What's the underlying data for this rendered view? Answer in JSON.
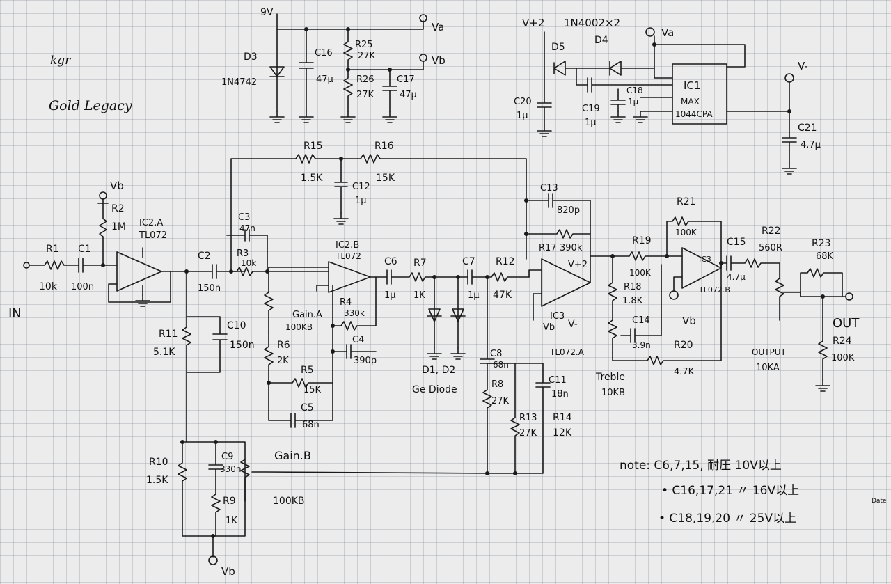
{
  "sheet": {
    "corner_label": "kgr",
    "title": "Gold Legacy",
    "side_stamp": "Date"
  },
  "ports": {
    "in": "IN",
    "out": "OUT"
  },
  "rails": {
    "va": "Va",
    "vb": "Vb",
    "v_minus": "V-",
    "v_plus2": "V+2",
    "nine_v": "9V"
  },
  "components": {
    "R1": {
      "name": "R1",
      "value": "10k"
    },
    "C1": {
      "name": "C1",
      "value": "100n"
    },
    "R2": {
      "name": "R2",
      "value": "1M"
    },
    "IC2A": {
      "name": "IC2.A",
      "part": "TL072"
    },
    "C2": {
      "name": "C2",
      "value": "150n"
    },
    "C3": {
      "name": "C3",
      "value": "47n"
    },
    "R3": {
      "name": "R3",
      "value": "10k"
    },
    "R15": {
      "name": "R15",
      "value": "1.5K"
    },
    "C12": {
      "name": "C12",
      "value": "1μ"
    },
    "R16": {
      "name": "R16",
      "value": "15K"
    },
    "IC2B": {
      "name": "IC2.B",
      "part": "TL072"
    },
    "GainA": {
      "name": "Gain.A",
      "value": "100KB"
    },
    "R4": {
      "name": "R4",
      "value": "330k"
    },
    "C4": {
      "name": "C4",
      "value": "390p"
    },
    "R6": {
      "name": "R6",
      "value": "2K"
    },
    "R5": {
      "name": "R5",
      "value": "15K"
    },
    "C5": {
      "name": "C5",
      "value": "68n"
    },
    "C6": {
      "name": "C6",
      "value": "1μ"
    },
    "R7": {
      "name": "R7",
      "value": "1K"
    },
    "D1D2": {
      "name": "D1, D2",
      "value": "Ge Diode"
    },
    "C7": {
      "name": "C7",
      "value": "1μ"
    },
    "R12": {
      "name": "R12",
      "value": "47K"
    },
    "C13": {
      "name": "C13",
      "value": "820p"
    },
    "R17": {
      "name": "R17",
      "value": "390k"
    },
    "IC3A": {
      "name": "IC3",
      "part": "TL072.A"
    },
    "IC3B": {
      "name": "IC3",
      "part": "TL072.B"
    },
    "R19": {
      "name": "R19",
      "value": "100K"
    },
    "R21": {
      "name": "R21",
      "value": "100K"
    },
    "R18": {
      "name": "R18",
      "value": "1.8K"
    },
    "C14": {
      "name": "C14",
      "value": "3.9n"
    },
    "R20": {
      "name": "R20",
      "value": "4.7K"
    },
    "Treble": {
      "name": "Treble",
      "value": "10KB"
    },
    "C15": {
      "name": "C15",
      "value": "4.7μ"
    },
    "R22": {
      "name": "R22",
      "value": "560R"
    },
    "R23": {
      "name": "R23",
      "value": "68K"
    },
    "R24": {
      "name": "R24",
      "value": "100K"
    },
    "Output": {
      "name": "OUTPUT",
      "value": "10KA"
    },
    "R11": {
      "name": "R11",
      "value": "5.1K"
    },
    "C10": {
      "name": "C10",
      "value": "150n"
    },
    "R10": {
      "name": "R10",
      "value": "1.5K"
    },
    "C9": {
      "name": "C9",
      "value": "330n"
    },
    "R9": {
      "name": "R9",
      "value": "1K"
    },
    "GainB": {
      "name": "Gain.B",
      "value": "100KB"
    },
    "C8": {
      "name": "C8",
      "value": "68n"
    },
    "R8": {
      "name": "R8",
      "value": "27K"
    },
    "R13": {
      "name": "R13",
      "value": "27K"
    },
    "C11": {
      "name": "C11",
      "value": "18n"
    },
    "R14": {
      "name": "R14",
      "value": "12K"
    },
    "D3": {
      "name": "D3",
      "value": "1N4742"
    },
    "C16": {
      "name": "C16",
      "value": "47μ"
    },
    "R25": {
      "name": "R25",
      "value": "27K"
    },
    "R26": {
      "name": "R26",
      "value": "27K"
    },
    "C17": {
      "name": "C17",
      "value": "47μ"
    },
    "D4": {
      "name": "D4"
    },
    "D5": {
      "name": "D5"
    },
    "diodes_note": "1N4002×2",
    "C20": {
      "name": "C20",
      "value": "1μ"
    },
    "C19": {
      "name": "C19",
      "value": "1μ"
    },
    "C18": {
      "name": "C18",
      "value": "1μ"
    },
    "IC1": {
      "name": "IC1",
      "part1": "MAX",
      "part2": "1044CPA"
    },
    "C21": {
      "name": "C21",
      "value": "4.7μ"
    }
  },
  "notes": {
    "line1": "note: C6,7,15, 耐圧 10V以上",
    "line2": "• C16,17,21 〃 16V以上",
    "line3": "• C18,19,20 〃 25V以上"
  }
}
